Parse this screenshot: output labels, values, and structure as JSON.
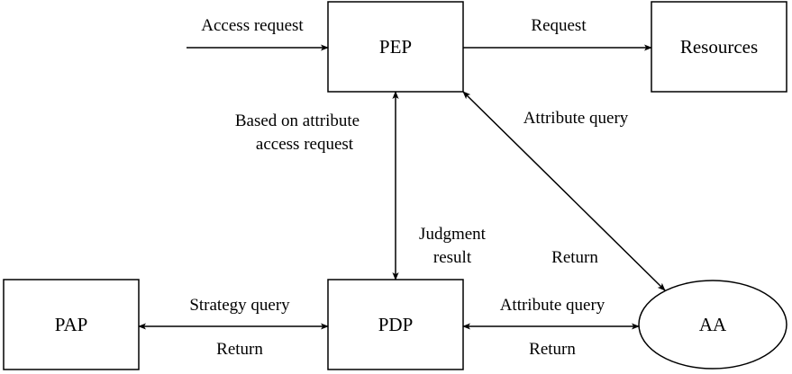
{
  "nodes": {
    "pep": "PEP",
    "resources": "Resources",
    "pap": "PAP",
    "pdp": "PDP",
    "aa": "AA"
  },
  "edges": {
    "access_request": "Access request",
    "request": "Request",
    "based_on_attribute_line1": "Based on attribute",
    "based_on_attribute_line2": "access request",
    "attribute_query_pep_aa": "Attribute query",
    "judgment_result_line1": "Judgment",
    "judgment_result_line2": "result",
    "return_aa_pep": "Return",
    "strategy_query": "Strategy query",
    "return_pap": "Return",
    "attribute_query_pdp_aa": "Attribute query",
    "return_pdp_aa": "Return"
  }
}
